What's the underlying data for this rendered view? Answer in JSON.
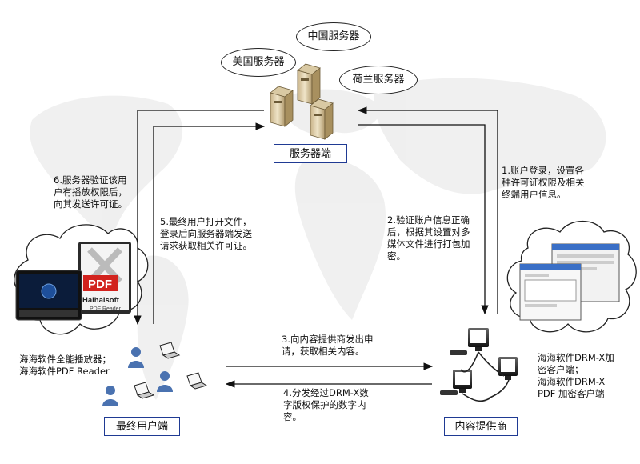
{
  "servers": {
    "china": "中国服务器",
    "usa": "美国服务器",
    "netherlands": "荷兰服务器",
    "group_label": "服务器端"
  },
  "nodes": {
    "end_user": "最终用户端",
    "content_provider": "内容提供商"
  },
  "steps": {
    "s1": "1.账户登录，设置各\n种许可证权限及相关\n终端用户信息。",
    "s2": "2.验证账户信息正确\n后，根据其设置对多\n媒体文件进行打包加\n密。",
    "s3": "3.向内容提供商发出申\n请，获取相关内容。",
    "s4": "4.分发经过DRM-X数\n字版权保护的数字内\n容。",
    "s5": "5.最终用户打开文件，\n登录后向服务器端发送\n请求获取相关许可证。",
    "s6": "6.服务器验证该用\n户有播放权限后，\n向其发送许可证。"
  },
  "captions": {
    "left": "海海软件全能播放器；\n海海软件PDF Reader",
    "right": "海海软件DRM-X加\n密客户端；\n海海软件DRM-X\nPDF 加密客户端"
  },
  "thumbnail_text": {
    "pdf": "PDF",
    "brand": "Haihaisoft",
    "reader": "PDF Reader"
  },
  "colors": {
    "accent": "#1f3a93",
    "arrow": "#111111",
    "user_icon": "#4a72b0"
  }
}
